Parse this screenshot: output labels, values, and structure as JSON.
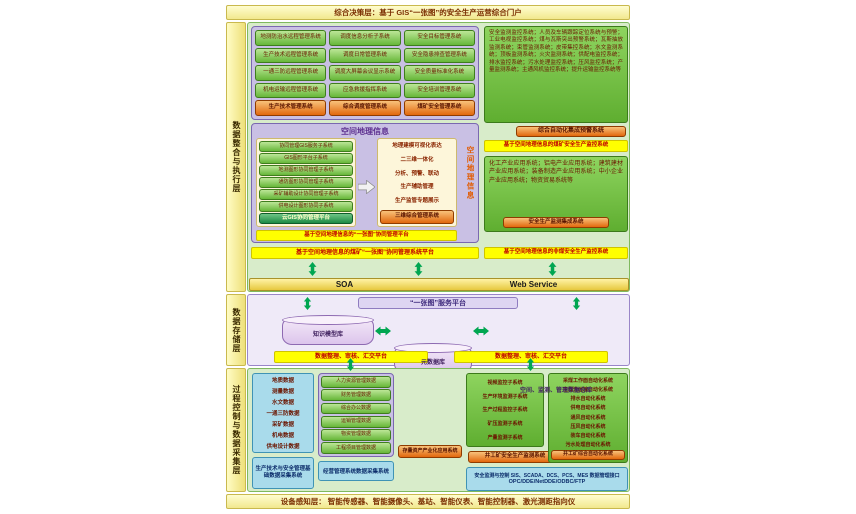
{
  "top_banner": "综合决策层：基于 GIS“一张图”的安全生产运营综合门户",
  "bottom_banner": "设备感知层：  智能传感器、智能摄像头、基站、智能仪表、智能控制器、激光测距指向仪",
  "layer_labels": {
    "integration": "数据整合与执行层",
    "storage": "数据存储层",
    "process": "过程控制与数据采集层"
  },
  "portal": {
    "remote": {
      "items": [
        "地测防治水远程管理系统",
        "生产技术远程管理系统",
        "一通三防远程管理系统",
        "机电运输远程管理系统"
      ],
      "footer": "生产技术管理系统"
    },
    "dispatch": {
      "items": [
        "调度信息分析子系统",
        "调度日常管理系统",
        "调度大屏幕会议显示系统",
        "应急救援指挥系统"
      ],
      "footer": "综合调度管理系统"
    },
    "safety": {
      "items": [
        "安全目标管理系统",
        "安全隐患排查管理系统",
        "安全质量标准化系统",
        "安全培训管理系统"
      ],
      "footer": "煤矿安全管理系统"
    }
  },
  "monitoring": {
    "text": "安全监测监控系统；人员及车辆跟踪定位系统与预警；工业电视监控系统；煤与瓦斯突出预警系统；瓦斯抽放监测系统；束管监测系统；皮带集控系统；水文监测系统；顶板监测系统；火灾监测系统；供配电监控系统；排水监控系统；污水处理监控系统；压风监控系统；产量监测系统；主通风机监控系统；提升运输监控系统等",
    "button": "综合自动化集成预警系统",
    "footer": "基于空间地理信息的煤矿安全生产监控系统"
  },
  "gis": {
    "title": "空间地理信息",
    "side_label": "空间地理信息",
    "left_items": [
      "协同管理GIS服务子系统",
      "GIS图形平台子系统",
      "地测图形协同管理子系统",
      "通防图形协同管理子系统",
      "采矿辅助设计协同管理子系统",
      "供电设计图形协同子系统"
    ],
    "left_footer": "云GIS协同管理平台",
    "right_items": [
      "地理建模可视化表达",
      "二三维一体化",
      "分析、预警、联动",
      "生产辅助管理",
      "生产监管专题展示"
    ],
    "right_footer": "三维综合管理系统",
    "inner_bar": "基于空间地理信息的“一张图”协同管理平台"
  },
  "coal_platform_bar": "基于空间地理信息的煤矿“一张图”协同管理系统平台",
  "industry": {
    "text": "化工产业应用系统；铝电产业应用系统；建筑建材产业应用系统；装备制造产业应用系统；中小企业产业应用系统；物资贸易系统等",
    "button": "安全生产监测集成系统",
    "footer": "基于空间地理信息的非煤安全生产监控系统"
  },
  "soa": {
    "left": "SOA",
    "right": "Web Service"
  },
  "storage": {
    "platform": "“一张图”服务平台",
    "cylinders": [
      "知识模型库",
      "元数据库",
      "空间、监测、管理数据仓库"
    ],
    "left_bar": "数据整理、审核、汇交平台",
    "right_bar": "数据整理、审核、汇交平台"
  },
  "process": {
    "tech": {
      "items": [
        "地质数据",
        "测量数据",
        "水文数据",
        "一通三防数据",
        "采矿数据",
        "机电数据",
        "供电设计数据"
      ],
      "footer": "生产技术与安全管理基础数据采集系统"
    },
    "mgmt": {
      "items": [
        "人力资源管理数据",
        "财务管理数据",
        "综合办公数据",
        "运销管理数据",
        "物资管理数据",
        "工程项目管理数据"
      ],
      "footer": "经营管理系统数据采集系统"
    },
    "asset_button": "存量资产产业化应用系统",
    "monitor_box": {
      "items": [
        "视频监控子系统",
        "生产环境监测子系统",
        "生产过程监控子系统",
        "矿压监测子系统",
        "产量监测子系统"
      ],
      "footer": "井工矿安全生产监测系统"
    },
    "automation_box": {
      "items": [
        "采煤工作面自动化系统",
        "主煤流运输自动化系统",
        "排水自动化系统",
        "供电自动化系统",
        "通风自动化系统",
        "压风自动化系统",
        "装车自动化系统",
        "污水处理自动化系统"
      ],
      "footer": "井工矿综合自动化系统"
    },
    "interface_line1": "安全监测与控制 SIS、SCADA、DCS、PCS、MES 数据管理接口",
    "interface_line2": "OPC/DDE/NetDDE/ODBC/FTP"
  },
  "colors": {
    "accent_green": "#00a651",
    "panel_green": "#6fbf3f",
    "panel_purple": "#c9c0e4",
    "bar_yellow": "#ffff00",
    "pill_orange": "#e2680d",
    "panel_cyan": "#a9dbeb"
  }
}
